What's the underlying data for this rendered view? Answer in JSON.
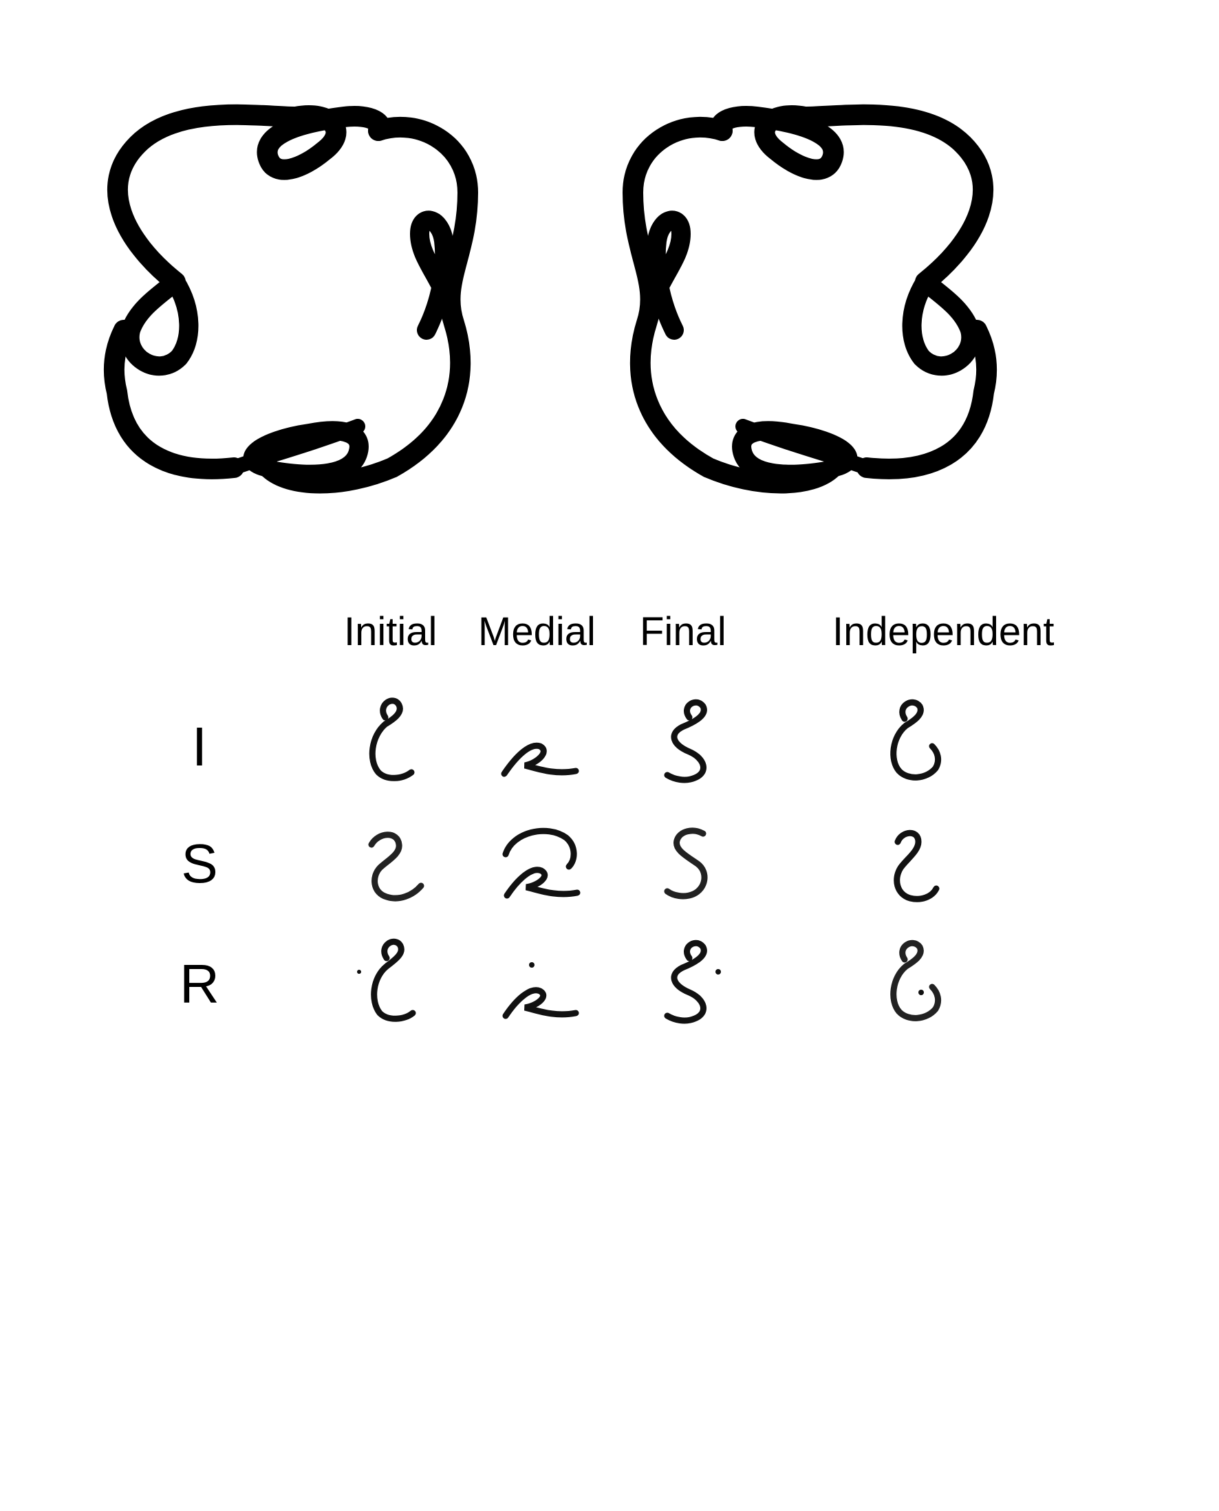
{
  "column_headers": [
    "Initial",
    "Medial",
    "Final",
    "Independent"
  ],
  "row_labels": [
    "I",
    "S",
    "R"
  ],
  "colors": {
    "ink": "#000000",
    "background": "#ffffff"
  },
  "knots": [
    "knot-left-icon",
    "knot-right-icon"
  ]
}
